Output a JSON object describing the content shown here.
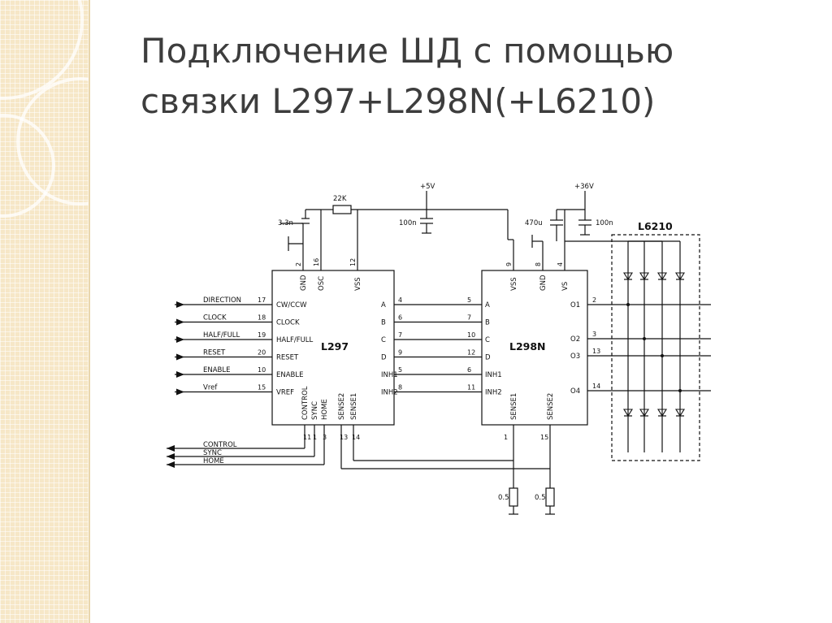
{
  "slide": {
    "title_line1": "Подключение ШД с помощью",
    "title_line2": "связки L297+L298N(+L6210)"
  },
  "colors": {
    "side_panel": "#f6e7c7",
    "title": "#3d3d3d",
    "wire": "#111111"
  },
  "schematic": {
    "chips": {
      "l297": "L297",
      "l298n": "L298N",
      "l6210": "L6210",
      "motor": "ШД"
    },
    "supplies": {
      "plus5": "+5V",
      "plus36": "+36V"
    },
    "components": {
      "r22k": "22K",
      "c_osc": "3.3n",
      "c_vss5": "100n",
      "c_470u": "470u",
      "c_vs36": "100n",
      "r_sense1": "0.5",
      "r_sense2": "0.5"
    },
    "l297_inputs": [
      {
        "signal": "DIRECTION",
        "pin": "17",
        "name": "CW/CCW"
      },
      {
        "signal": "CLOCK",
        "pin": "18",
        "name": "CLOCK"
      },
      {
        "signal": "HALF/FULL",
        "pin": "19",
        "name": "HALF/FULL"
      },
      {
        "signal": "RESET",
        "pin": "20",
        "name": "RESET"
      },
      {
        "signal": "ENABLE",
        "pin": "10",
        "name": "ENABLE"
      },
      {
        "signal": "Vref",
        "pin": "15",
        "name": "VREF"
      }
    ],
    "l297_top_pins": [
      {
        "pin": "2",
        "name": "GND"
      },
      {
        "pin": "16",
        "name": "OSC"
      },
      {
        "pin": "12",
        "name": "VSS"
      }
    ],
    "l297_bottom_pins": [
      {
        "pin": "11",
        "name": "CONTROL"
      },
      {
        "pin": "1",
        "name": "SYNC"
      },
      {
        "pin": "3",
        "name": "HOME"
      },
      {
        "pin": "13",
        "name": "SENSE2"
      },
      {
        "pin": "14",
        "name": "SENSE1"
      }
    ],
    "links": [
      {
        "name": "A",
        "pin297": "4",
        "pin298": "5",
        "name298": "A"
      },
      {
        "name": "B",
        "pin297": "6",
        "pin298": "7",
        "name298": "B"
      },
      {
        "name": "C",
        "pin297": "7",
        "pin298": "10",
        "name298": "C"
      },
      {
        "name": "D",
        "pin297": "9",
        "pin298": "12",
        "name298": "D"
      },
      {
        "name": "INH1",
        "pin297": "5",
        "pin298": "6",
        "name298": "INH1"
      },
      {
        "name": "INH2",
        "pin297": "8",
        "pin298": "11",
        "name298": "INH2"
      }
    ],
    "l298_top_pins": [
      {
        "pin": "9",
        "name": "VSS"
      },
      {
        "pin": "8",
        "name": "GND"
      },
      {
        "pin": "4",
        "name": "VS"
      }
    ],
    "l298_outputs": [
      {
        "pin": "2",
        "name": "O1"
      },
      {
        "pin": "3",
        "name": "O2"
      },
      {
        "pin": "13",
        "name": "O3"
      },
      {
        "pin": "14",
        "name": "O4"
      }
    ],
    "l298_sense": [
      {
        "pin": "1",
        "name": "SENSE1"
      },
      {
        "pin": "15",
        "name": "SENSE2"
      }
    ],
    "outputs_left": [
      "CONTROL",
      "SYNC",
      "HOME"
    ]
  }
}
